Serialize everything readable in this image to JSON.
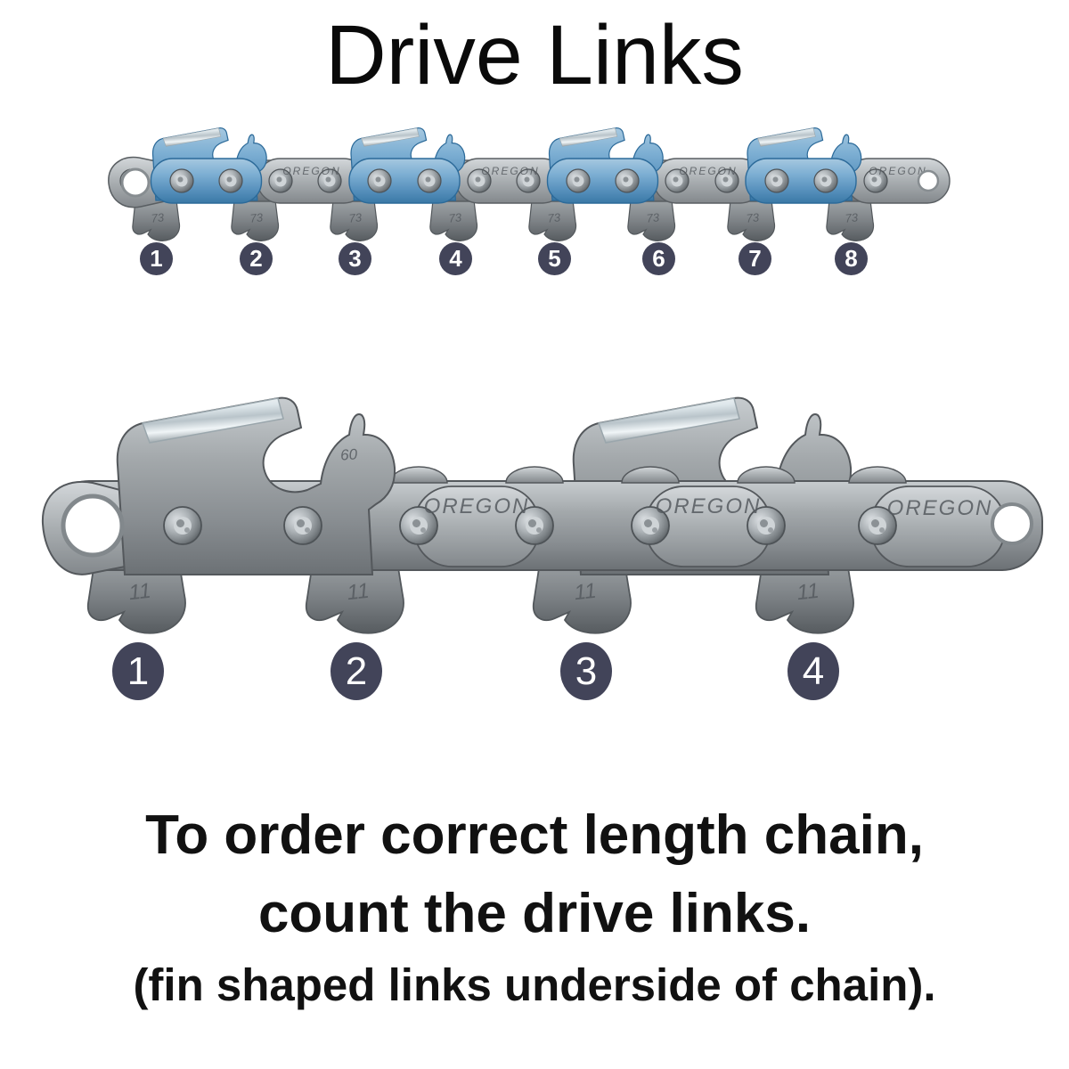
{
  "title": "Drive Links",
  "colors": {
    "background": "#ffffff",
    "title_color": "#0a0a0a",
    "caption_color": "#111111",
    "marker_bg": "#424459",
    "marker_text": "#ffffff",
    "stamp_color": "#565b60",
    "chain_gray": "#8e9396",
    "chain_gray_dark": "#5f6468",
    "chain_blue": "#6ba3cc",
    "chain_blue_dark": "#31719f",
    "chrome": "#e9eff3"
  },
  "small_chain": {
    "brand_stamp": "OREGON",
    "fin_stamp": "73",
    "markers": [
      "1",
      "2",
      "3",
      "4",
      "5",
      "6",
      "7",
      "8"
    ]
  },
  "large_chain": {
    "brand_stamp": "OREGON",
    "fin_stamp": "11",
    "cutter_stamp": "60",
    "markers": [
      "1",
      "2",
      "3",
      "4"
    ]
  },
  "caption": {
    "line1": "To order correct length chain,",
    "line2": "count the drive links.",
    "line3": "(fin shaped links underside of chain)."
  }
}
